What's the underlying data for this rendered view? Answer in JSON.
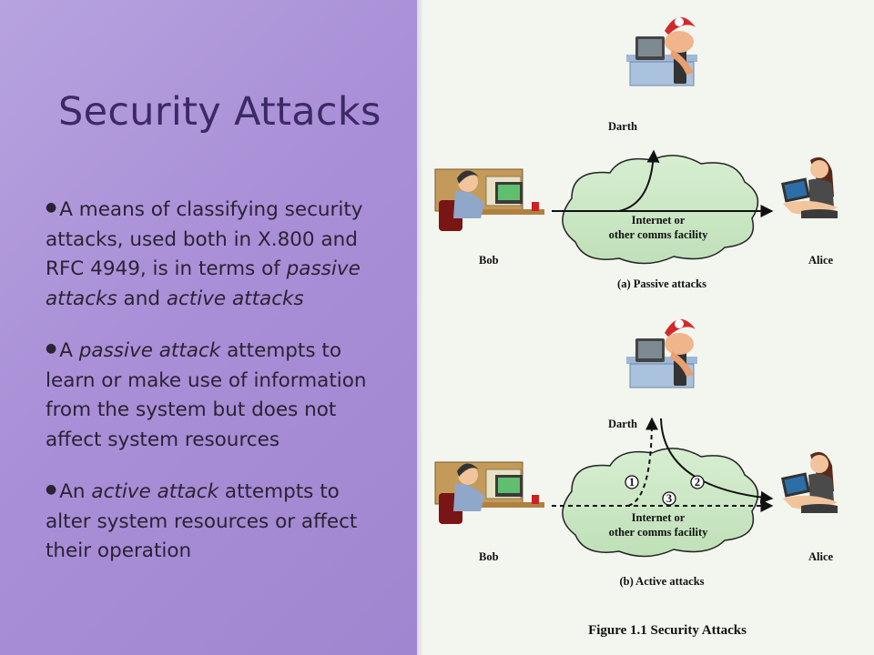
{
  "slide": {
    "title": "Security Attacks",
    "bullets": [
      {
        "parts": [
          {
            "text": "A means of classifying security attacks, used both in X.800 and RFC 4949, is in terms of ",
            "italic": false
          },
          {
            "text": "passive attacks",
            "italic": true
          },
          {
            "text": " and ",
            "italic": false
          },
          {
            "text": "active attacks",
            "italic": true
          }
        ]
      },
      {
        "parts": [
          {
            "text": "A ",
            "italic": false
          },
          {
            "text": "passive attack",
            "italic": true
          },
          {
            "text": " attempts to learn or make use of information from the system but does not affect system resources",
            "italic": false
          }
        ]
      },
      {
        "parts": [
          {
            "text": "An ",
            "italic": false
          },
          {
            "text": "active attack",
            "italic": true
          },
          {
            "text": " attempts to alter system resources or affect their operation",
            "italic": false
          }
        ]
      }
    ],
    "colors": {
      "left_panel": "#a98fd7",
      "title": "#3b2a66",
      "body_text": "#2b2233",
      "cloud": "#c7e4c0",
      "attacker_cap": "#d22a2a"
    }
  },
  "figure": {
    "panel_a": {
      "attacker": "Darth",
      "sender": "Bob",
      "receiver": "Alice",
      "network": [
        "Internet or",
        "other comms facility"
      ],
      "caption": "(a) Passive attacks"
    },
    "panel_b": {
      "attacker": "Darth",
      "sender": "Bob",
      "receiver": "Alice",
      "network": [
        "Internet or",
        "other comms facility"
      ],
      "caption": "(b) Active attacks",
      "markers": [
        "1",
        "2",
        "3"
      ]
    },
    "caption": "Figure 1.1  Security Attacks",
    "icons": [
      "hacker-at-computer-icon",
      "man-at-computer-icon",
      "woman-with-laptop-icon",
      "network-cloud-icon"
    ]
  }
}
